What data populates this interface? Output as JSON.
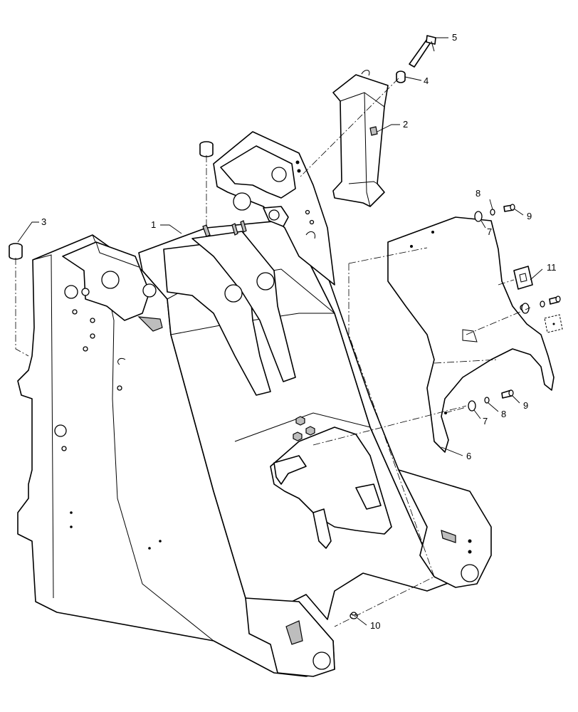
{
  "diagram": {
    "callouts": [
      {
        "id": "c1",
        "label": "1"
      },
      {
        "id": "c2",
        "label": "2"
      },
      {
        "id": "c3",
        "label": "3"
      },
      {
        "id": "c4",
        "label": "4"
      },
      {
        "id": "c5",
        "label": "5"
      },
      {
        "id": "c6",
        "label": "6"
      },
      {
        "id": "c7a",
        "label": "7"
      },
      {
        "id": "c7b",
        "label": "7"
      },
      {
        "id": "c8a",
        "label": "8"
      },
      {
        "id": "c8b",
        "label": "8"
      },
      {
        "id": "c9a",
        "label": "9"
      },
      {
        "id": "c9b",
        "label": "9"
      },
      {
        "id": "c10",
        "label": "10"
      },
      {
        "id": "c11",
        "label": "11"
      }
    ]
  }
}
